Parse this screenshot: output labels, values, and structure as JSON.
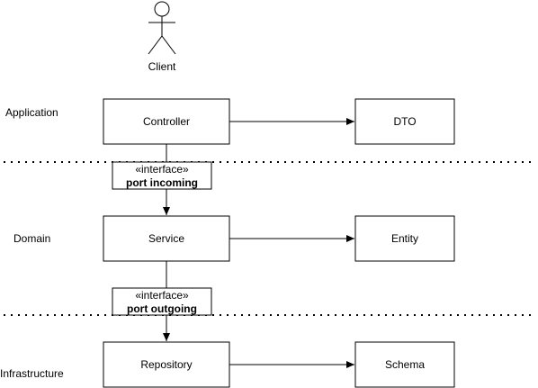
{
  "actor": {
    "label": "Client"
  },
  "layers": {
    "application": "Application",
    "domain": "Domain",
    "infrastructure": "Infrastructure"
  },
  "nodes": {
    "controller": "Controller",
    "dto": "DTO",
    "service": "Service",
    "entity": "Entity",
    "repository": "Repository",
    "schema": "Schema"
  },
  "ports": {
    "incoming": {
      "stereotype": "«interface»",
      "name": "port incoming"
    },
    "outgoing": {
      "stereotype": "«interface»",
      "name": "port outgoing"
    }
  },
  "edges": [
    {
      "from": "Controller",
      "to": "DTO"
    },
    {
      "from": "Controller",
      "to": "Service"
    },
    {
      "from": "Service",
      "to": "Entity"
    },
    {
      "from": "Service",
      "to": "Repository"
    },
    {
      "from": "Repository",
      "to": "Schema"
    }
  ]
}
